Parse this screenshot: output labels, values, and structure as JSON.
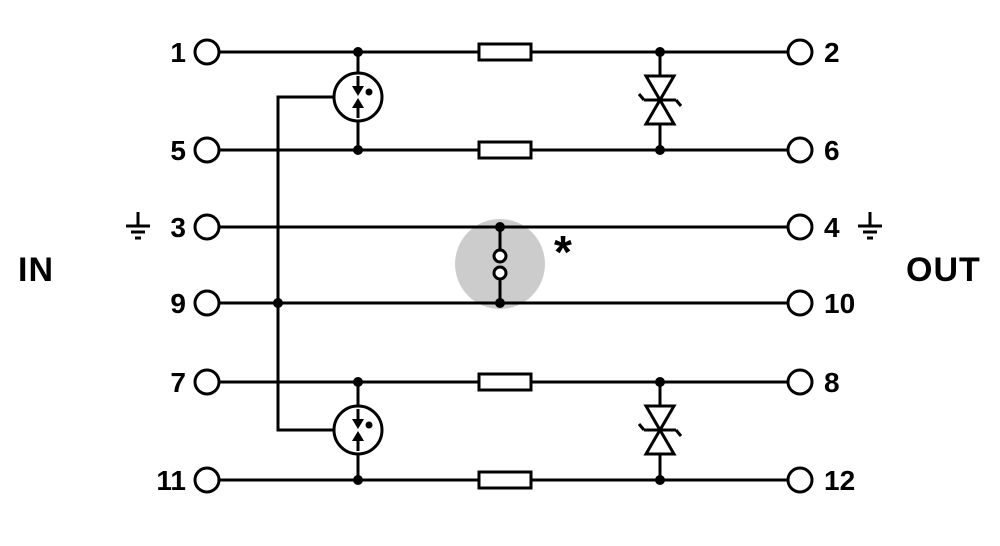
{
  "labels": {
    "in": "IN",
    "out": "OUT",
    "isolation_marker": "*"
  },
  "terminals": {
    "left": [
      "1",
      "5",
      "3",
      "9",
      "7",
      "11"
    ],
    "right": [
      "2",
      "6",
      "4",
      "10",
      "8",
      "12"
    ]
  },
  "colors": {
    "line": "#000000",
    "background": "#ffffff",
    "highlight": "#cccccc"
  },
  "symbols": {
    "resistor": "series impedance (rectangle)",
    "gas_discharge_tube": "circle with opposing arrows and gas dot",
    "suppressor_diode": "bidirectional TVS diode (hourglass with zener bar)",
    "earth_ground": "earth symbol at terminals 3 and 4",
    "isolation_point": "two-contact gap inside highlighted circle, marked with asterisk"
  }
}
